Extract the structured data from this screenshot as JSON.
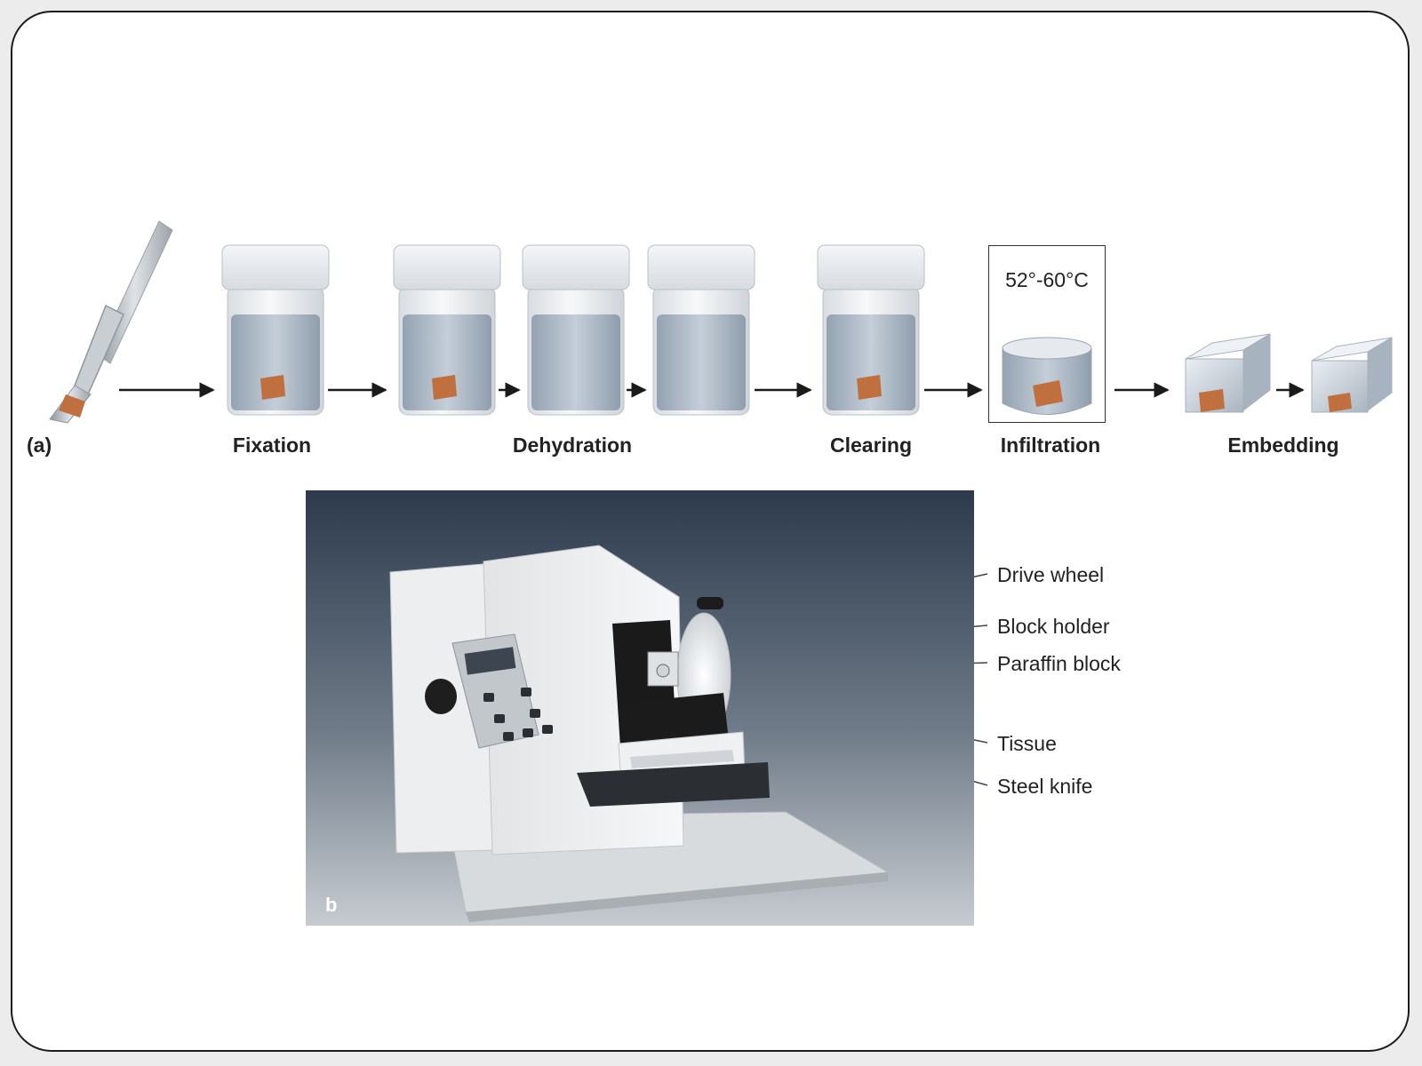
{
  "panel_a": {
    "label": "(a)",
    "steps": [
      {
        "name": "Fixation"
      },
      {
        "name": "Dehydration"
      },
      {
        "name": "Clearing"
      },
      {
        "name": "Infiltration",
        "temperature": "52°-60°C"
      },
      {
        "name": "Embedding"
      }
    ]
  },
  "panel_b": {
    "label": "b",
    "callouts": [
      "Drive wheel",
      "Block holder",
      "Paraffin block",
      "Tissue",
      "Steel knife"
    ]
  },
  "colors": {
    "tissue": "#c0703e",
    "fluid": "#a9b6c3",
    "photo_bg_top": "#2c3a4c",
    "photo_bg_bottom": "#c6cbd0"
  }
}
